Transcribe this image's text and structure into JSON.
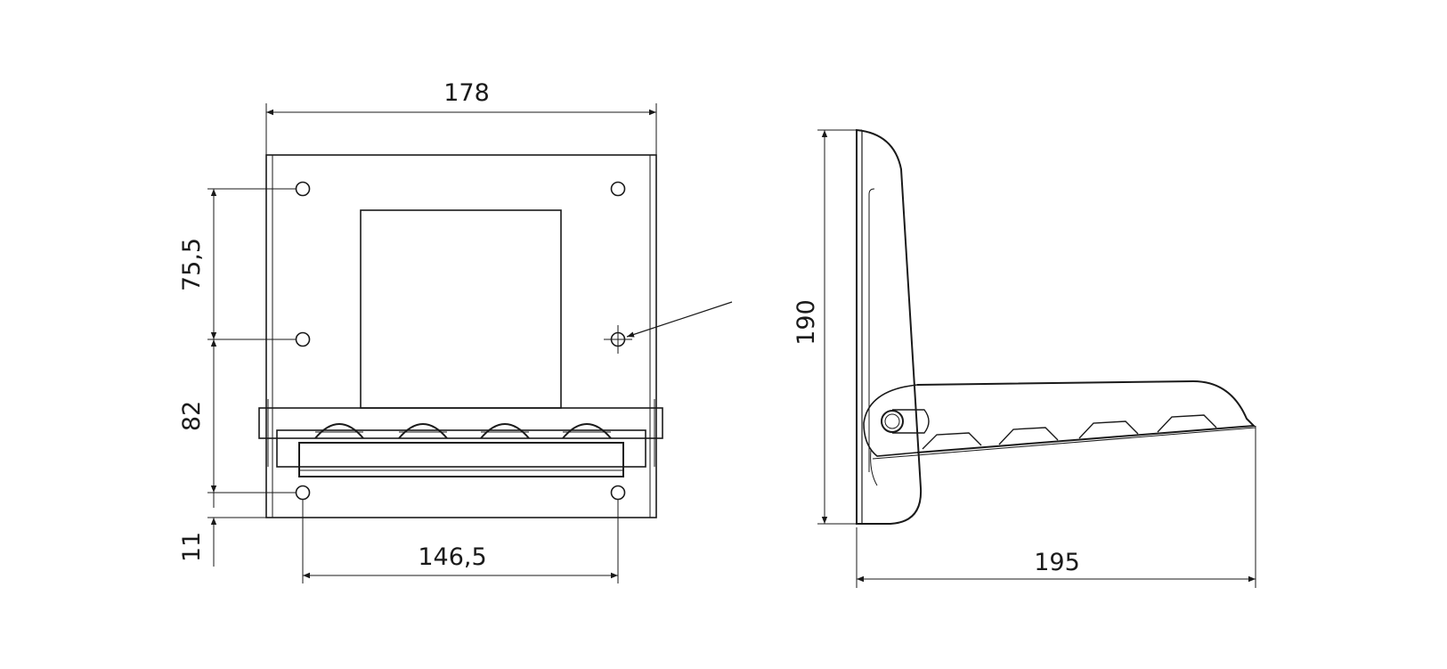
{
  "drawing": {
    "front_view": {
      "width": "178",
      "upper_hole_spacing": "75,5",
      "lower_hole_spacing": "82",
      "bottom_offset": "11",
      "hole_pitch": "146,5"
    },
    "side_view": {
      "height": "190",
      "depth": "195"
    },
    "line_color": "#1a1a1a"
  }
}
